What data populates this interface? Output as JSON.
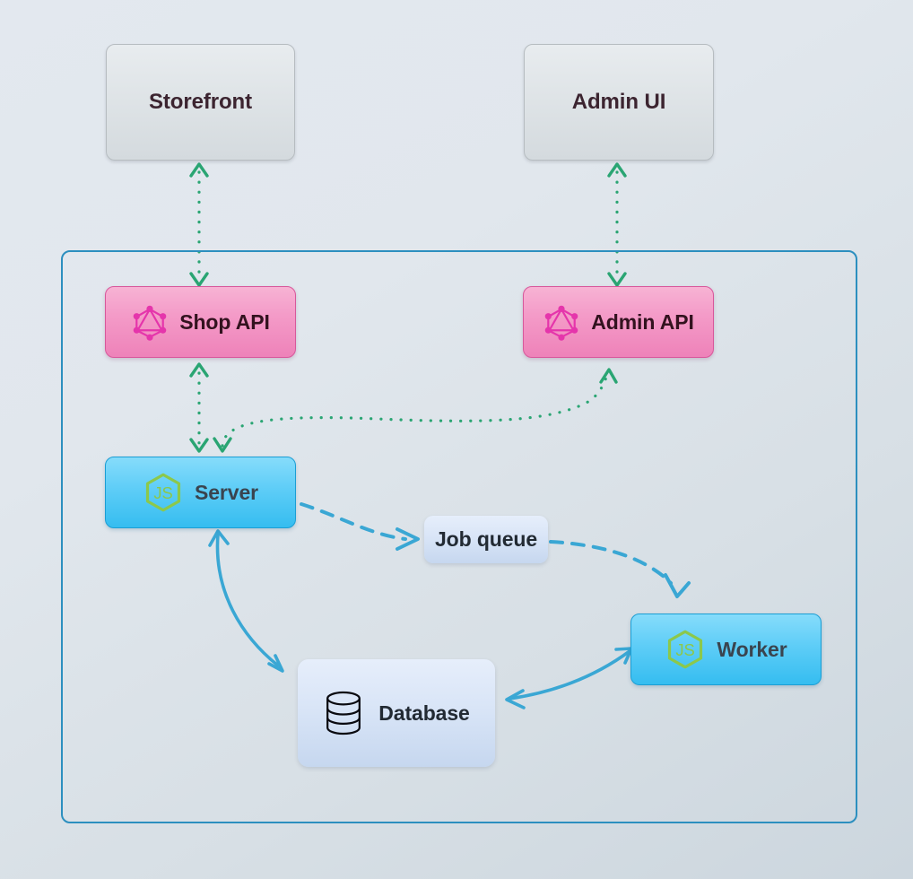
{
  "diagram": {
    "title": "Vendure architecture overview",
    "background_from": "#e3e8ef",
    "background_to": "#ccd6de",
    "container": {
      "name": "server-container",
      "border_color": "#2c8fbf"
    },
    "colors": {
      "graphql_pink": "#ee82b9",
      "nodejs_blue": "#35bdf0",
      "nodejs_green": "#8cc84b",
      "graphql_logo": "#e535ab",
      "arrow_green": "#2aa573",
      "arrow_blue": "#3aa7d4",
      "plain_blue": "#d9e5f7",
      "client_grey": "#dfe4e7"
    }
  },
  "nodes": {
    "storefront": {
      "label": "Storefront",
      "icon": "",
      "kind": "client"
    },
    "admin_ui": {
      "label": "Admin UI",
      "icon": "",
      "kind": "client"
    },
    "shop_api": {
      "label": "Shop API",
      "icon": "graphql-icon",
      "kind": "graphql"
    },
    "admin_api": {
      "label": "Admin API",
      "icon": "graphql-icon",
      "kind": "graphql"
    },
    "server": {
      "label": "Server",
      "icon": "nodejs-icon",
      "kind": "nodejs"
    },
    "worker": {
      "label": "Worker",
      "icon": "nodejs-icon",
      "kind": "nodejs"
    },
    "job_queue": {
      "label": "Job queue",
      "icon": "",
      "kind": "plain"
    },
    "database": {
      "label": "Database",
      "icon": "database-icon",
      "kind": "plain"
    }
  },
  "edges": [
    {
      "name": "storefront-shop-api",
      "from": "storefront",
      "to": "shop_api",
      "style": "dotted",
      "color": "#2aa573",
      "direction": "both"
    },
    {
      "name": "admin-ui-admin-api",
      "from": "admin_ui",
      "to": "admin_api",
      "style": "dotted",
      "color": "#2aa573",
      "direction": "both"
    },
    {
      "name": "shop-api-server",
      "from": "shop_api",
      "to": "server",
      "style": "dotted",
      "color": "#2aa573",
      "direction": "both"
    },
    {
      "name": "admin-api-server",
      "from": "admin_api",
      "to": "server",
      "style": "dotted",
      "color": "#2aa573",
      "direction": "both"
    },
    {
      "name": "server-job-queue",
      "from": "server",
      "to": "job_queue",
      "style": "dashed",
      "color": "#3aa7d4",
      "direction": "forward"
    },
    {
      "name": "job-queue-worker",
      "from": "job_queue",
      "to": "worker",
      "style": "dashed",
      "color": "#3aa7d4",
      "direction": "forward"
    },
    {
      "name": "server-database",
      "from": "server",
      "to": "database",
      "style": "solid",
      "color": "#3aa7d4",
      "direction": "both"
    },
    {
      "name": "database-worker",
      "from": "database",
      "to": "worker",
      "style": "solid",
      "color": "#3aa7d4",
      "direction": "both"
    }
  ]
}
